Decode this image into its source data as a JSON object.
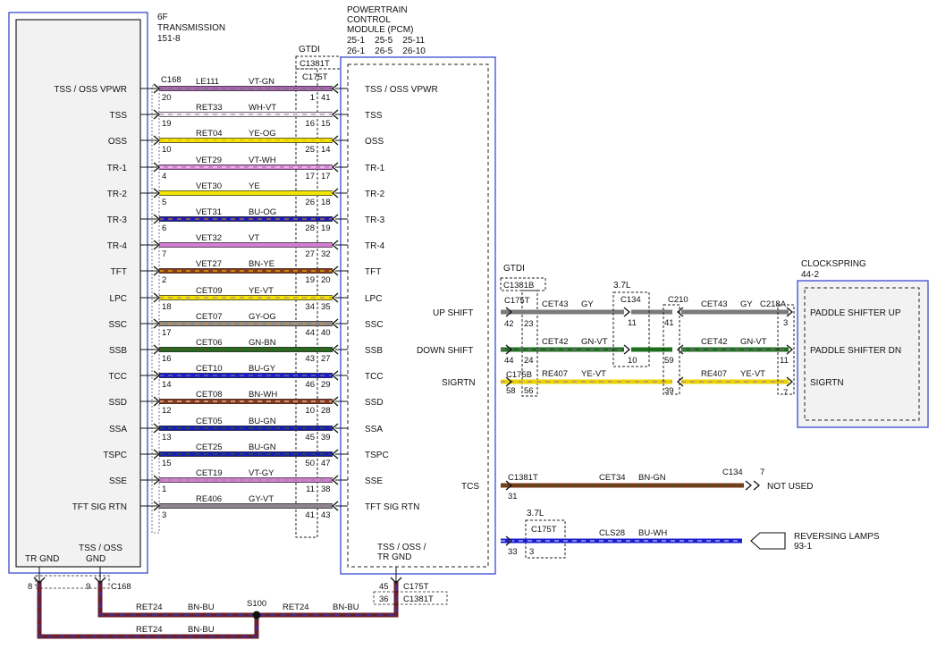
{
  "transmission": {
    "title_lines": [
      "6F",
      "TRANSMISSION",
      "151-8"
    ],
    "connector": "C168",
    "ground_labels": [
      "TR GND",
      "TSS / OSS",
      "GND"
    ],
    "ground_pins": [
      "8",
      "9"
    ],
    "ground_connector": "C168"
  },
  "pcm": {
    "title_lines": [
      "POWERTRAIN",
      "CONTROL",
      "MODULE (PCM)",
      "25-1    25-5    25-11",
      "26-1    26-5    26-10"
    ],
    "connector": "C175T",
    "gtdi_label": "GTDI",
    "gtdi_connector": "C1381T",
    "ground_label_lines": [
      "TSS / OSS /",
      "TR GND"
    ],
    "ground_pins": [
      "45",
      "36"
    ],
    "ground_connectors": [
      "C175T",
      "C1381T"
    ]
  },
  "wires": [
    {
      "left_label": "TSS / OSS VPWR",
      "pin_l": "20",
      "circuit": "LE111",
      "color_code": "VT-GN",
      "pin_gtdi": "1",
      "pin_r": "41",
      "right_label": "TSS / OSS VPWR",
      "color": "#b064b8",
      "stripe": "#3e8a3e"
    },
    {
      "left_label": "TSS",
      "pin_l": "19",
      "circuit": "RET33",
      "color_code": "WH-VT",
      "pin_gtdi": "16",
      "pin_r": "15",
      "right_label": "TSS",
      "color": "#f4f4f4",
      "stripe": "#b064b8"
    },
    {
      "left_label": "OSS",
      "pin_l": "10",
      "circuit": "RET04",
      "color_code": "YE-OG",
      "pin_gtdi": "25",
      "pin_r": "14",
      "right_label": "OSS",
      "color": "#f2e600",
      "stripe": "#f39a1e"
    },
    {
      "left_label": "TR-1",
      "pin_l": "4",
      "circuit": "VET29",
      "color_code": "VT-WH",
      "pin_gtdi": "17",
      "pin_r": "17",
      "right_label": "TR-1",
      "color": "#d47fd4",
      "stripe": "#f4f4f4"
    },
    {
      "left_label": "TR-2",
      "pin_l": "5",
      "circuit": "VET30",
      "color_code": "YE",
      "pin_gtdi": "26",
      "pin_r": "18",
      "right_label": "TR-2",
      "color": "#f2e600",
      "stripe": "#f2e600"
    },
    {
      "left_label": "TR-3",
      "pin_l": "6",
      "circuit": "VET31",
      "color_code": "BU-OG",
      "pin_gtdi": "28",
      "pin_r": "19",
      "right_label": "TR-3",
      "color": "#1c1cb0",
      "stripe": "#f39a1e"
    },
    {
      "left_label": "TR-4",
      "pin_l": "7",
      "circuit": "VET32",
      "color_code": "VT",
      "pin_gtdi": "27",
      "pin_r": "32",
      "right_label": "TR-4",
      "color": "#d47fd4",
      "stripe": "#d47fd4"
    },
    {
      "left_label": "TFT",
      "pin_l": "2",
      "circuit": "VET27",
      "color_code": "BN-YE",
      "pin_gtdi": "19",
      "pin_r": "20",
      "right_label": "TFT",
      "color": "#8b3a1a",
      "stripe": "#f2e600"
    },
    {
      "left_label": "LPC",
      "pin_l": "18",
      "circuit": "CET09",
      "color_code": "YE-VT",
      "pin_gtdi": "34",
      "pin_r": "35",
      "right_label": "LPC",
      "color": "#f2e600",
      "stripe": "#b064b8"
    },
    {
      "left_label": "SSC",
      "pin_l": "17",
      "circuit": "CET07",
      "color_code": "GY-OG",
      "pin_gtdi": "44",
      "pin_r": "40",
      "right_label": "SSC",
      "color": "#8a8a8a",
      "stripe": "#f39a1e"
    },
    {
      "left_label": "SSB",
      "pin_l": "16",
      "circuit": "CET06",
      "color_code": "GN-BN",
      "pin_gtdi": "43",
      "pin_r": "27",
      "right_label": "SSB",
      "color": "#1e6e1e",
      "stripe": "#8b3a1a"
    },
    {
      "left_label": "TCC",
      "pin_l": "14",
      "circuit": "CET10",
      "color_code": "BU-GY",
      "pin_gtdi": "46",
      "pin_r": "29",
      "right_label": "TCC",
      "color": "#1c1cd0",
      "stripe": "#8a8a8a"
    },
    {
      "left_label": "SSD",
      "pin_l": "12",
      "circuit": "CET08",
      "color_code": "BN-WH",
      "pin_gtdi": "10",
      "pin_r": "28",
      "right_label": "SSD",
      "color": "#8b3a1a",
      "stripe": "#f4f4f4"
    },
    {
      "left_label": "SSA",
      "pin_l": "13",
      "circuit": "CET05",
      "color_code": "BU-GN",
      "pin_gtdi": "45",
      "pin_r": "39",
      "right_label": "SSA",
      "color": "#1c1cb0",
      "stripe": "#1e6e1e"
    },
    {
      "left_label": "TSPC",
      "pin_l": "15",
      "circuit": "CET25",
      "color_code": "BU-GN",
      "pin_gtdi": "50",
      "pin_r": "47",
      "right_label": "TSPC",
      "color": "#1c1cb0",
      "stripe": "#1e6e1e"
    },
    {
      "left_label": "SSE",
      "pin_l": "1",
      "circuit": "CET19",
      "color_code": "VT-GY",
      "pin_gtdi": "11",
      "pin_r": "38",
      "right_label": "SSE",
      "color": "#d47fd4",
      "stripe": "#8a8a8a"
    },
    {
      "left_label": "TFT SIG RTN",
      "pin_l": "3",
      "circuit": "RE406",
      "color_code": "GY-VT",
      "pin_gtdi": "41",
      "pin_r": "43",
      "right_label": "TFT SIG RTN",
      "color": "#8a8a8a",
      "stripe": "#b064b8"
    }
  ],
  "ground_wires": {
    "circuit": "RET24",
    "color_code": "BN-BU",
    "splice": "S100"
  },
  "pcm_right": {
    "up_shift": "UP SHIFT",
    "down_shift": "DOWN SHIFT",
    "sigrtn": "SIGRTN",
    "tcs": "TCS",
    "gtdi_label": "GTDI",
    "gtdi_connector": "C1381B",
    "up_connector": "C175T",
    "up_pin": "42",
    "up_gtdi_pin": "23",
    "down_pin": "44",
    "down_gtdi_pin": "24",
    "sig_connector": "C175B",
    "sig_pin": "58",
    "sig_gtdi_pin": "56",
    "tcs_connector": "C1381T",
    "tcs_pin": "31",
    "rev_label": "3.7L",
    "rev_connector": "C175T",
    "rev_pin": "33",
    "rev_pin2": "3"
  },
  "right_wires": {
    "up_circuit": "CET43",
    "up_color": "GY",
    "down_circuit": "CET42",
    "down_color": "GN-VT",
    "sig_circuit": "RE407",
    "sig_color": "YE-VT",
    "inline_label": "3.7L",
    "inline_connector": "C134",
    "inline_pin_up": "11",
    "inline_pin_down": "10",
    "c210": "C210",
    "c210_up": "41",
    "c210_down": "59",
    "c210_sig": "39",
    "tcs_circuit": "CET34",
    "tcs_color": "BN-GN",
    "tcs_connector": "C134",
    "tcs_pin": "7",
    "not_used": "NOT USED",
    "rev_circuit": "CLS28",
    "rev_color": "BU-WH",
    "rev_dest_lines": [
      "REVERSING LAMPS",
      "93-1"
    ]
  },
  "clockspring": {
    "title_lines": [
      "CLOCKSPRING",
      "44-2"
    ],
    "connector": "C218A",
    "pins": [
      "3",
      "11",
      "7"
    ],
    "labels": [
      "PADDLE SHIFTER UP",
      "PADDLE SHIFTER DN",
      "SIGRTN"
    ]
  }
}
